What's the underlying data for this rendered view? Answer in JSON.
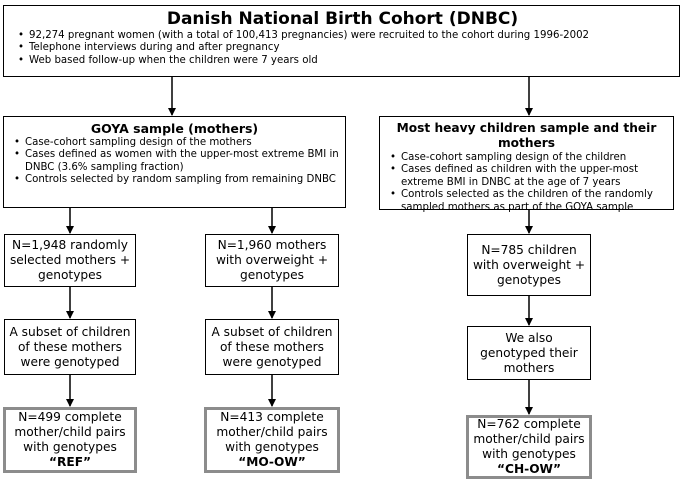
{
  "top": {
    "title": "Danish National Birth Cohort (DNBC)",
    "bullets": [
      "92,274 pregnant women (with a total of 100,413 pregnancies) were recruited to the cohort during 1996-2002",
      "Telephone interviews during and after pregnancy",
      "Web based follow-up when the children were 7 years old"
    ]
  },
  "goya": {
    "title": "GOYA sample (mothers)",
    "bullets": [
      "Case-cohort sampling design of the mothers",
      "Cases defined as women with the upper-most extreme BMI in DNBC (3.6% sampling fraction)",
      "Controls selected by random sampling from remaining DNBC"
    ]
  },
  "heavy": {
    "title": "Most heavy children sample and their mothers",
    "bullets": [
      "Case-cohort sampling design of the children",
      "Cases defined as children with the upper-most extreme BMI in DNBC at the age of 7 years",
      "Controls selected as the children of the randomly sampled mothers as part of the GOYA sample"
    ]
  },
  "col1": {
    "step1": "N=1,948 randomly selected mothers + genotypes",
    "step2": "A subset of children of these mothers were genotyped",
    "final": "N=499 complete mother/child pairs with genotypes",
    "final_label": "“REF”"
  },
  "col2": {
    "step1": "N=1,960 mothers with overweight + genotypes",
    "step2": "A subset of children of these mothers were genotyped",
    "final": "N=413 complete mother/child pairs with genotypes",
    "final_label": "“MO-OW”"
  },
  "col3": {
    "step1": "N=785 children with overweight + genotypes",
    "step2": "We also genotyped their mothers",
    "final": "N=762 complete mother/child pairs with genotypes",
    "final_label": "“CH-OW”"
  },
  "colors": {
    "border": "#000000",
    "final_border": "#8c8c8c"
  }
}
